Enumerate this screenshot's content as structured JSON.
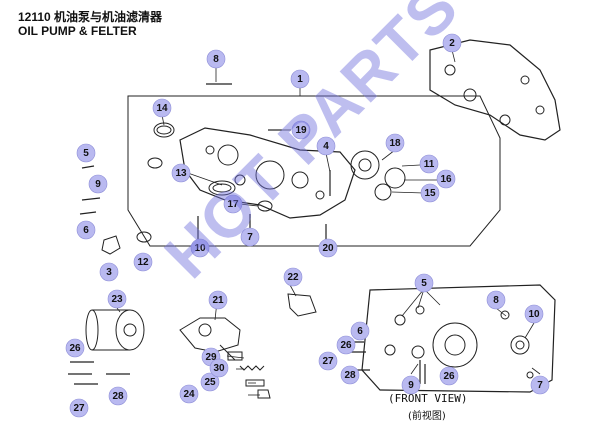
{
  "title_cn": "12110 机油泵与机油滤清器",
  "title_en": "OIL PUMP & FELTER",
  "watermark": "HOT PARTS",
  "front_view_label": "(FRONT VIEW)",
  "front_view_cn": "(前视图)",
  "callouts": [
    {
      "n": "1"
    },
    {
      "n": "2"
    },
    {
      "n": "3"
    },
    {
      "n": "4"
    },
    {
      "n": "5"
    },
    {
      "n": "5"
    },
    {
      "n": "6"
    },
    {
      "n": "6"
    },
    {
      "n": "7"
    },
    {
      "n": "7"
    },
    {
      "n": "8"
    },
    {
      "n": "8"
    },
    {
      "n": "9"
    },
    {
      "n": "9"
    },
    {
      "n": "10"
    },
    {
      "n": "10"
    },
    {
      "n": "11"
    },
    {
      "n": "12"
    },
    {
      "n": "13"
    },
    {
      "n": "14"
    },
    {
      "n": "15"
    },
    {
      "n": "16"
    },
    {
      "n": "17"
    },
    {
      "n": "18"
    },
    {
      "n": "19"
    },
    {
      "n": "20"
    },
    {
      "n": "21"
    },
    {
      "n": "22"
    },
    {
      "n": "23"
    },
    {
      "n": "25"
    },
    {
      "n": "24"
    },
    {
      "n": "26"
    },
    {
      "n": "26"
    },
    {
      "n": "26"
    },
    {
      "n": "27"
    },
    {
      "n": "27"
    },
    {
      "n": "28"
    },
    {
      "n": "28"
    },
    {
      "n": "29"
    },
    {
      "n": "30"
    }
  ],
  "colors": {
    "callout_fill": "#b9b9f0",
    "line": "#222222",
    "watermark": "#6e6edc"
  }
}
